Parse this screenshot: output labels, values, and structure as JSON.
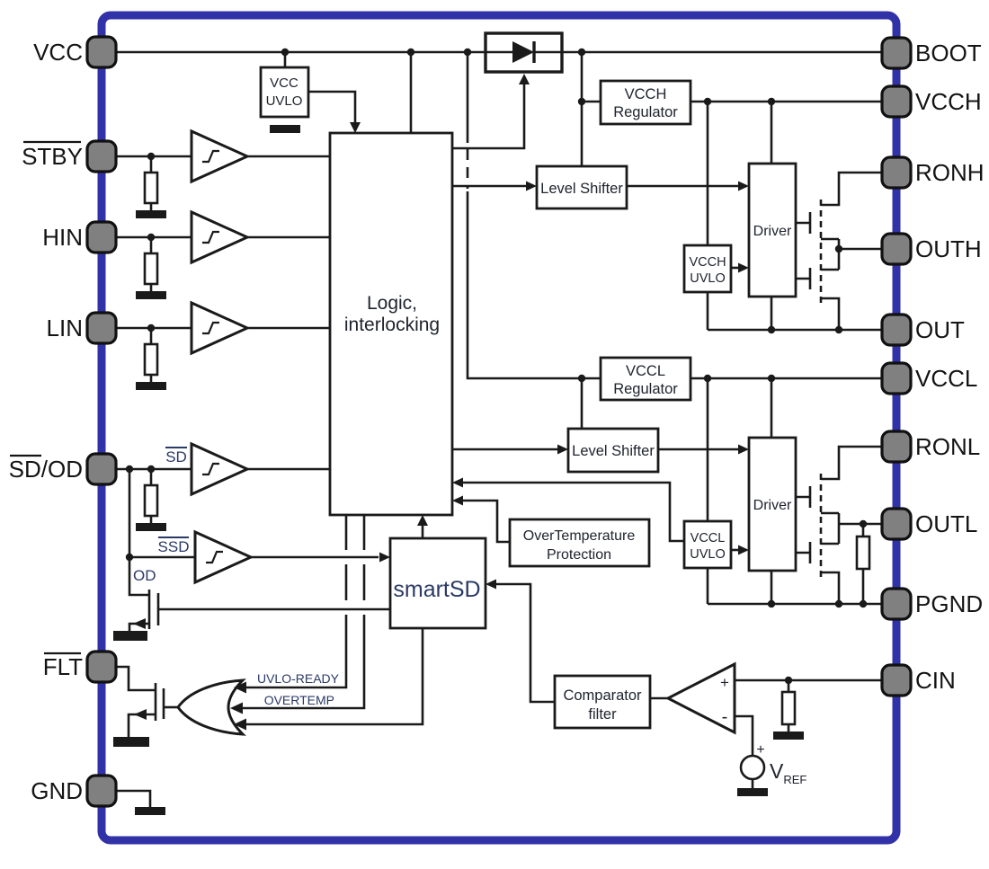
{
  "colors": {
    "chip_border": "#3232A8",
    "pin_fill": "#808080",
    "wire": "#1a1a1a",
    "label_text": "#20242e",
    "signal_text": "#2b3a66"
  },
  "pins": {
    "left": [
      {
        "name": "VCC",
        "ol": "",
        "rest": "VCC"
      },
      {
        "name": "STBY",
        "ol": "STBY",
        "rest": ""
      },
      {
        "name": "HIN",
        "ol": "",
        "rest": "HIN"
      },
      {
        "name": "LIN",
        "ol": "",
        "rest": "LIN"
      },
      {
        "name": "SD/OD",
        "ol": "SD",
        "rest": "/OD"
      },
      {
        "name": "FLT",
        "ol": "FLT",
        "rest": ""
      },
      {
        "name": "GND",
        "ol": "",
        "rest": "GND"
      }
    ],
    "right": [
      {
        "label": "BOOT"
      },
      {
        "label": "VCCH"
      },
      {
        "label": "RONH"
      },
      {
        "label": "OUTH"
      },
      {
        "label": "OUT"
      },
      {
        "label": "VCCL"
      },
      {
        "label": "RONL"
      },
      {
        "label": "OUTL"
      },
      {
        "label": "PGND"
      },
      {
        "label": "CIN"
      }
    ]
  },
  "blocks": {
    "vcc_uvlo": {
      "line1": "VCC",
      "line2": "UVLO"
    },
    "logic": {
      "line1": "Logic,",
      "line2": "interlocking"
    },
    "vcch_regulator": {
      "line1": "VCCH",
      "line2": "Regulator"
    },
    "level_shifter_high": {
      "label": "Level Shifter"
    },
    "vcch_uvlo": {
      "line1": "VCCH",
      "line2": "UVLO"
    },
    "driver_high": {
      "label": "Driver"
    },
    "vccl_regulator": {
      "line1": "VCCL",
      "line2": "Regulator"
    },
    "level_shifter_low": {
      "label": "Level Shifter"
    },
    "vccl_uvlo": {
      "line1": "VCCL",
      "line2": "UVLO"
    },
    "driver_low": {
      "label": "Driver"
    },
    "overtemp_protection": {
      "line1": "OverTemperature",
      "line2": "Protection"
    },
    "smartsd": {
      "label": "smartSD"
    },
    "comparator_filter": {
      "line1": "Comparator",
      "line2": "filter"
    }
  },
  "signals": {
    "sd": "SD",
    "ssd": "SSD",
    "od": "OD",
    "uvlo_ready": "UVLO-READY",
    "overtemp": "OVERTEMP"
  },
  "comparator": {
    "plus": "+",
    "minus": "-"
  },
  "vref": {
    "plus": "+",
    "base": "V",
    "sub": "REF"
  }
}
